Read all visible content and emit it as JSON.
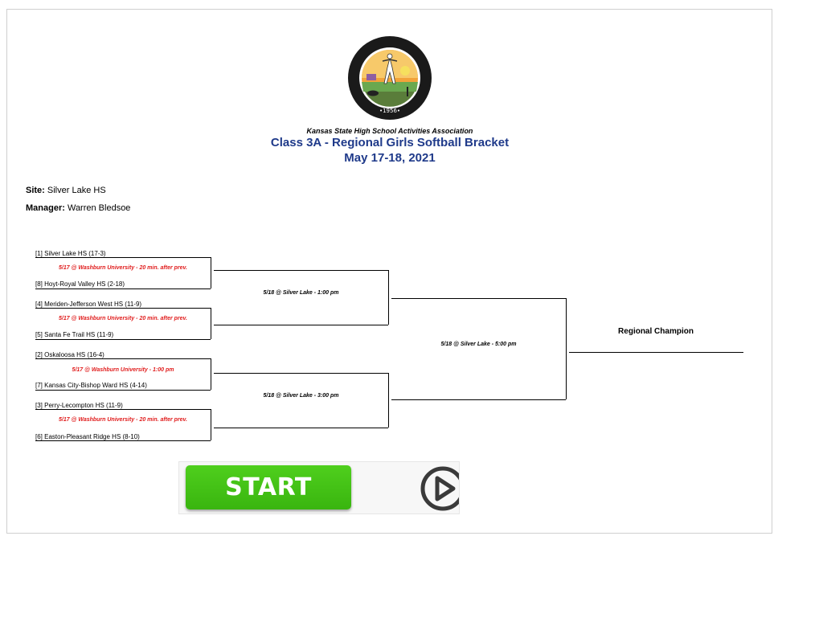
{
  "header": {
    "logo_alt": "Kansas State High School Activities Association",
    "org_name": "Kansas State High School Activities Association",
    "title": "Class 3A - Regional Girls Softball Bracket",
    "date": "May 17-18, 2021"
  },
  "site": {
    "label": "Site:",
    "value": "Silver Lake HS"
  },
  "manager": {
    "label": "Manager:",
    "value": "Warren Bledsoe"
  },
  "bracket": {
    "teams": [
      "[1] Silver Lake HS   (17-3)",
      "[8] Hoyt-Royal Valley HS  (2-18)",
      "[4] Meriden-Jefferson West HS   (11-9)",
      "[5] Santa Fe Trail HS  (11-9)",
      "[2] Oskaloosa HS   (16-4)",
      "[7] Kansas City-Bishop Ward HS  (4-14)",
      "[3] Perry-Lecompton HS   (11-9)",
      "[6] Easton-Pleasant Ridge HS  (8-10)"
    ],
    "round1_notes": [
      "5/17 @ Washburn University - 20 min. after prev.",
      "5/17 @ Washburn University - 20 min. after prev.",
      "5/17 @ Washburn University - 1:00 pm",
      "5/17 @ Washburn University - 20 min. after prev."
    ],
    "round2_notes": [
      "5/18 @ Silver Lake - 1:00 pm",
      "5/18 @ Silver Lake - 3:00 pm"
    ],
    "final_note": "5/18 @ Silver Lake - 5:00 pm",
    "champion_label": "Regional Champion"
  },
  "ad": {
    "start_label": "START",
    "play_icon": "play-icon",
    "button_color": "#3fbf12"
  },
  "colors": {
    "title": "#1f3a8a",
    "game_note": "#e01b1b"
  }
}
